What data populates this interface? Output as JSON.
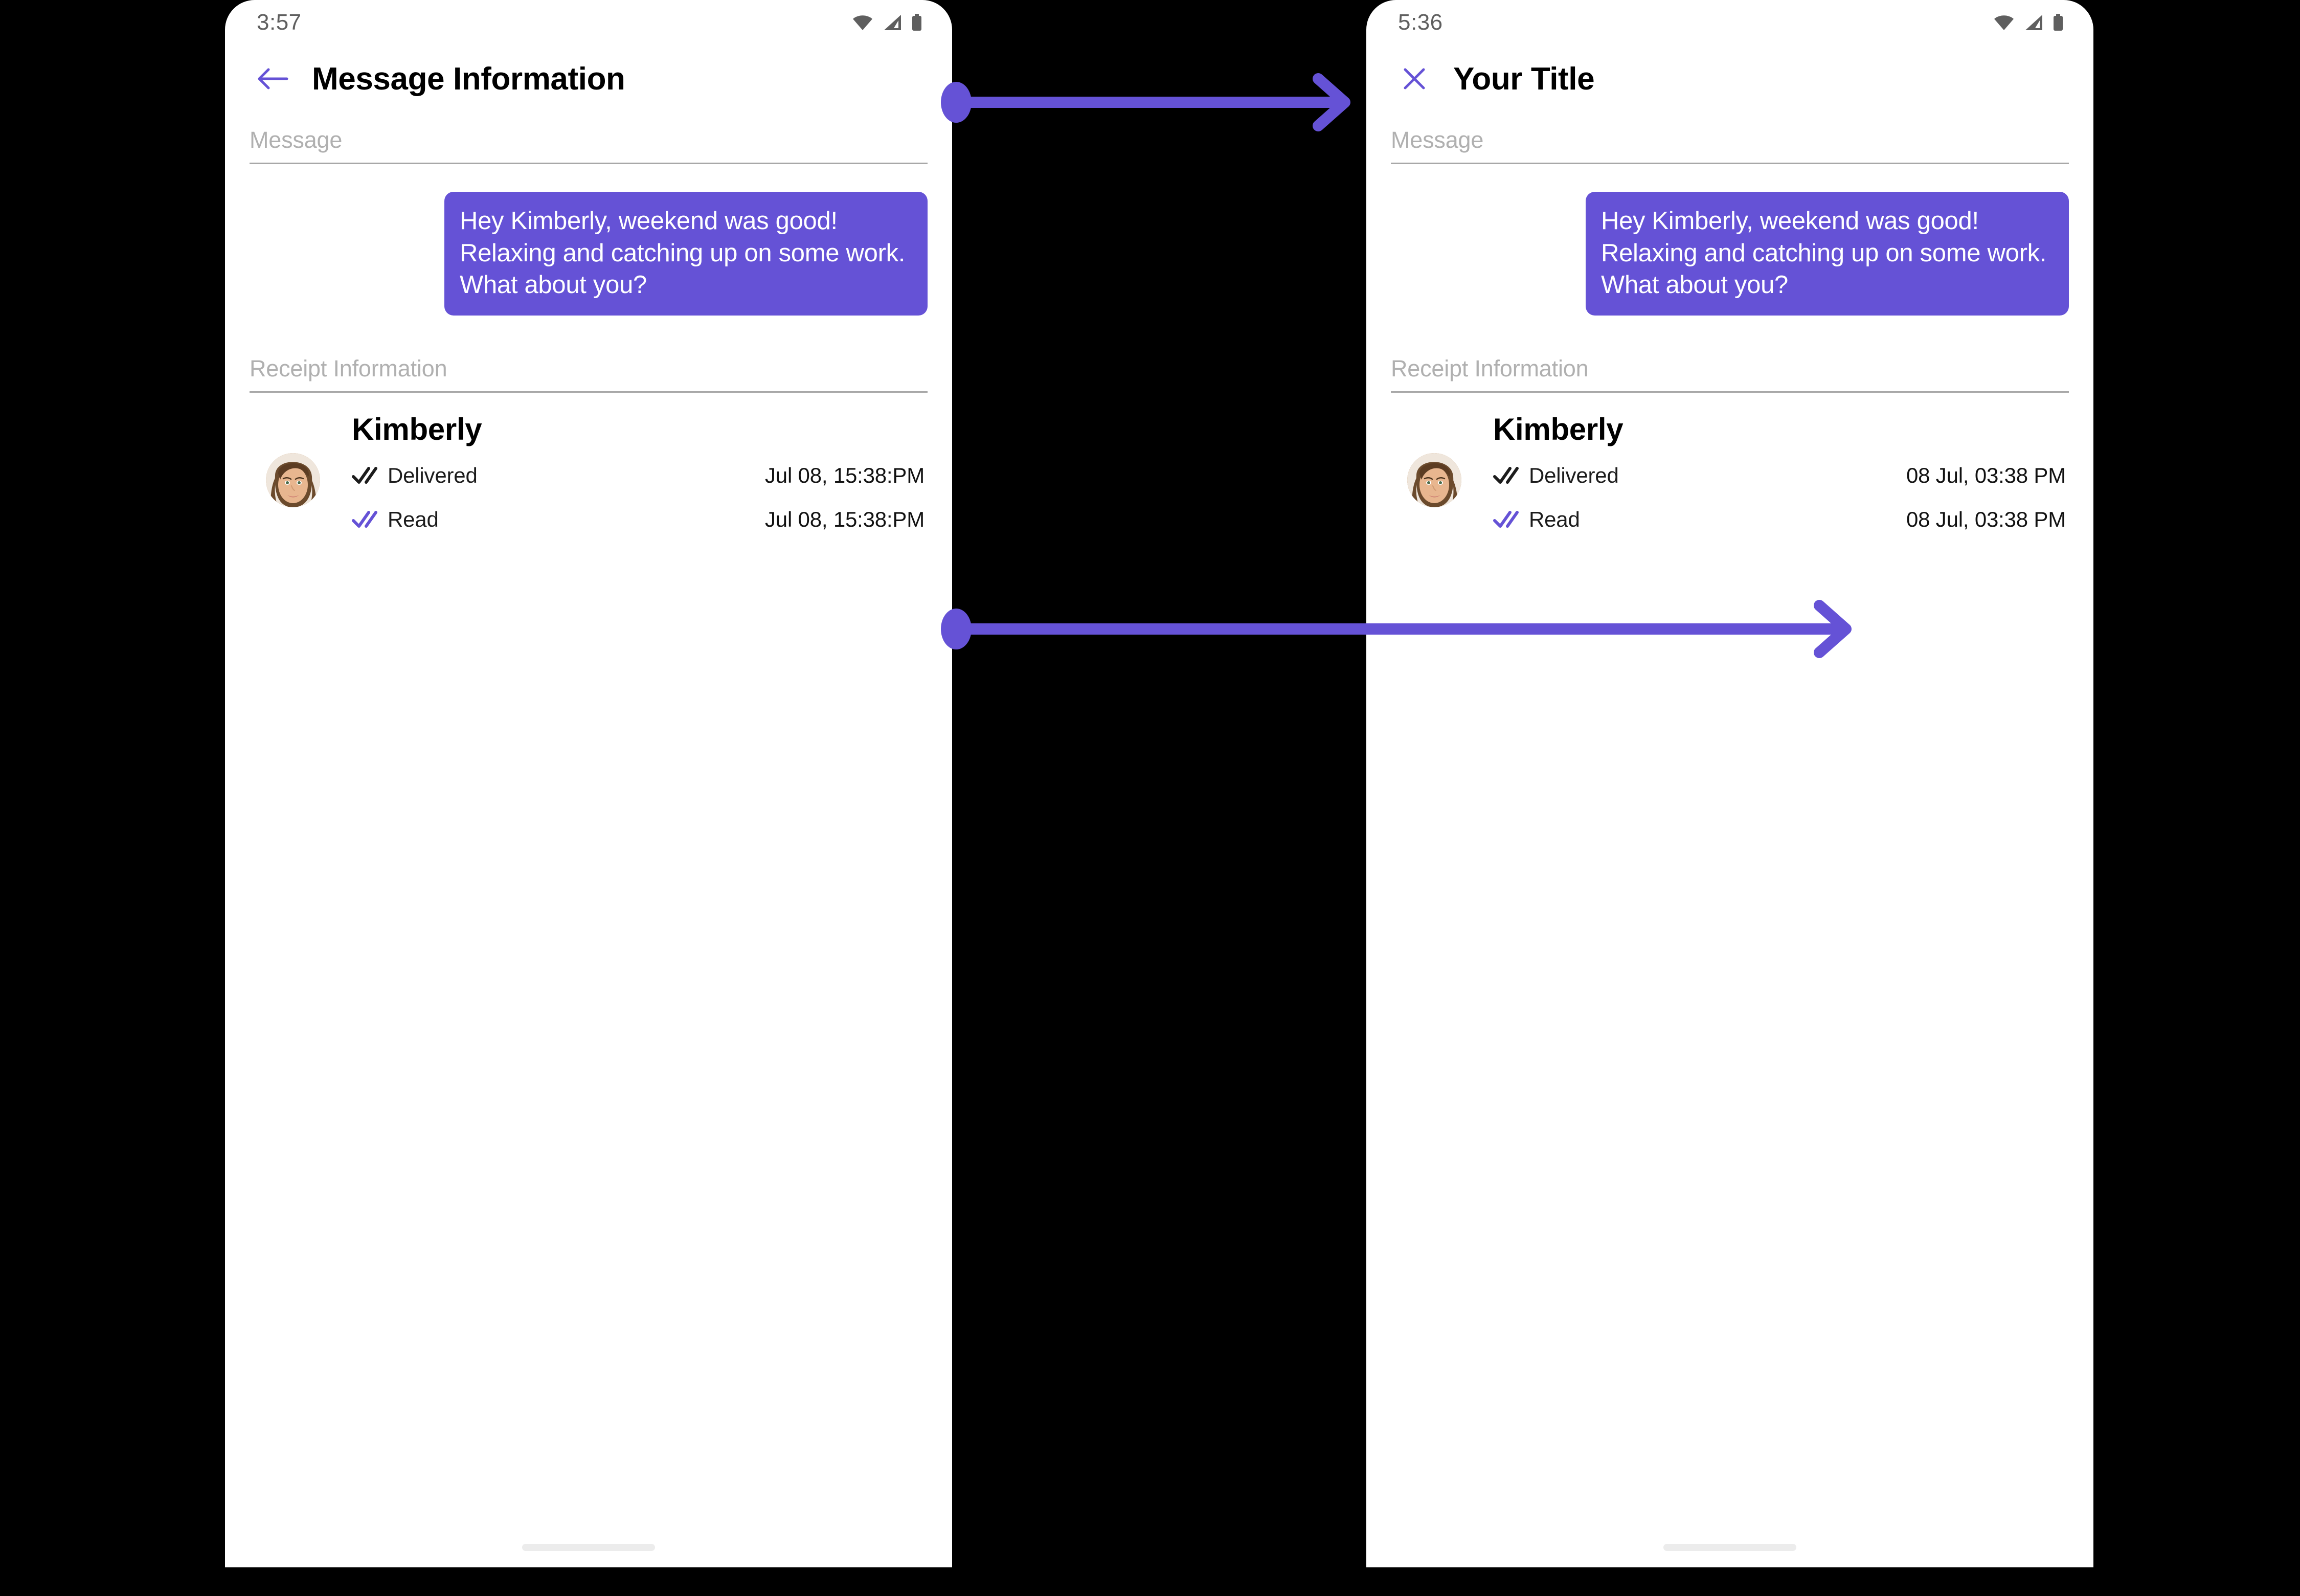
{
  "theme": {
    "accent": "#6552D6",
    "bubble_bg": "#6552D6",
    "bubble_text": "#FFFFFF",
    "section_label": "#B0B0B0",
    "divider": "#A8A8A8",
    "background": "#000000",
    "screen": "#FFFFFF",
    "status_icon": "#5F5F5F"
  },
  "phones": [
    {
      "id": "left",
      "status_bar": {
        "time": "3:57",
        "icons": [
          "wifi-icon",
          "cellular-signal-icon",
          "battery-icon"
        ]
      },
      "app_bar": {
        "nav_icon": "back-arrow-icon",
        "title": "Message Information"
      },
      "message_section": {
        "label": "Message",
        "bubble_text": "Hey Kimberly, weekend was good!  Relaxing and catching up on some work.  What about you?"
      },
      "receipt_section": {
        "label": "Receipt Information",
        "contact_name": "Kimberly",
        "avatar": "contact-avatar",
        "rows": [
          {
            "icon": "double-check-icon",
            "icon_color": "#1C1C1C",
            "status": "Delivered",
            "time": "Jul 08, 15:38:PM"
          },
          {
            "icon": "double-check-icon",
            "icon_color": "#6552D6",
            "status": "Read",
            "time": "Jul 08, 15:38:PM"
          }
        ]
      }
    },
    {
      "id": "right",
      "status_bar": {
        "time": "5:36",
        "icons": [
          "wifi-icon",
          "cellular-signal-icon",
          "battery-icon"
        ]
      },
      "app_bar": {
        "nav_icon": "close-x-icon",
        "title": "Your Title"
      },
      "message_section": {
        "label": "Message",
        "bubble_text": "Hey Kimberly, weekend was good!  Relaxing and catching up on some work.  What about you?"
      },
      "receipt_section": {
        "label": "Receipt Information",
        "contact_name": "Kimberly",
        "avatar": "contact-avatar",
        "rows": [
          {
            "icon": "double-check-icon",
            "icon_color": "#1C1C1C",
            "status": "Delivered",
            "time": "08 Jul, 03:38 PM"
          },
          {
            "icon": "double-check-icon",
            "icon_color": "#6552D6",
            "status": "Read",
            "time": "08 Jul, 03:38 PM"
          }
        ]
      }
    }
  ],
  "annotations": [
    {
      "id": "annotation-top",
      "name": "title-change-arrow",
      "color": "#6552D6"
    },
    {
      "id": "annotation-bottom",
      "name": "timestamp-format-change-arrow",
      "color": "#6552D6"
    }
  ]
}
